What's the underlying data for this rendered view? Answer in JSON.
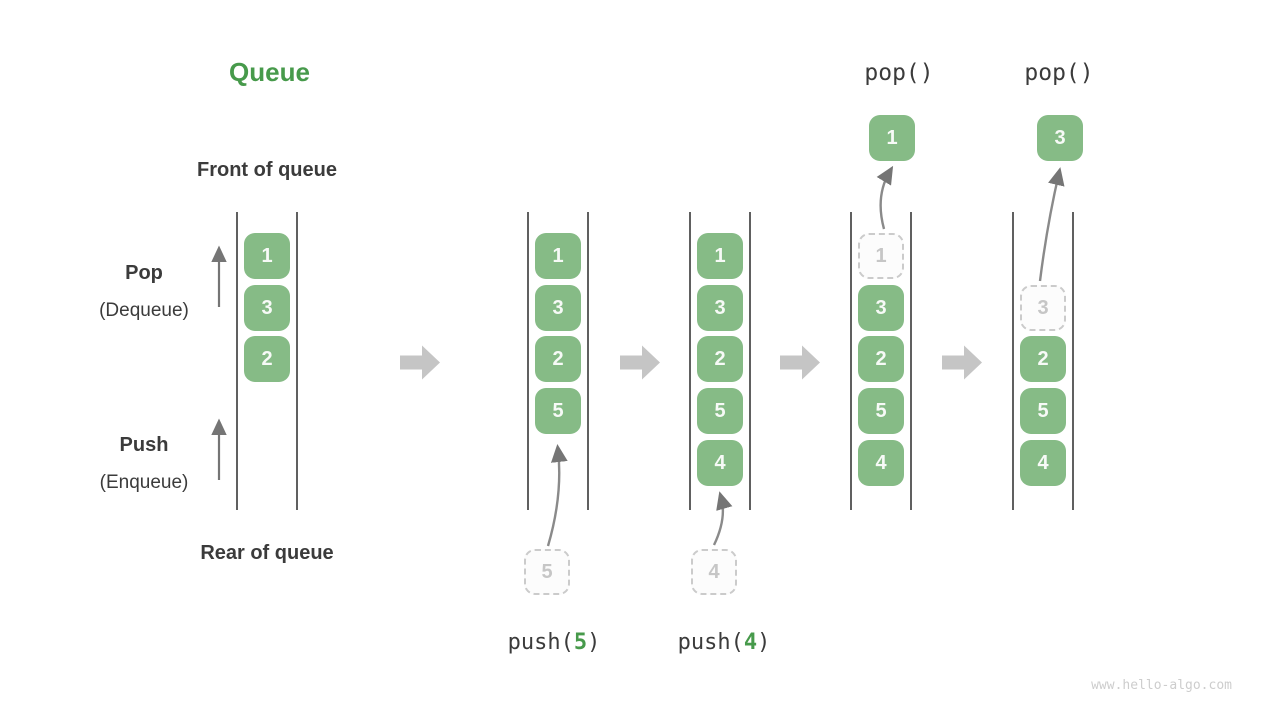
{
  "title": "Queue",
  "watermark": "www.hello-algo.com",
  "side_labels": {
    "front_of_queue": "Front of queue",
    "rear_of_queue": "Rear of queue",
    "pop": "Pop",
    "pop_alias": "(Dequeue)",
    "push": "Push",
    "push_alias": "(Enqueue)"
  },
  "colors": {
    "green_box": "#86bb86",
    "green_accent": "#479a4b",
    "dark_text": "#3b3b3b",
    "block_arrow": "#c5c5c5",
    "thin_arrow": "#757575",
    "column_line": "#606060",
    "dashed_border": "#cbcbcb",
    "dashed_text": "#c6c6c6",
    "watermark_text": "#cdcdcd"
  },
  "states": [
    {
      "name": "initial",
      "items": [
        "1",
        "3",
        "2"
      ]
    },
    {
      "name": "after-push-5",
      "items": [
        "1",
        "3",
        "2",
        "5"
      ],
      "op": {
        "call_prefix": "push(",
        "call_arg": "5",
        "call_suffix": ")",
        "staged": "5"
      }
    },
    {
      "name": "after-push-4",
      "items": [
        "1",
        "3",
        "2",
        "5",
        "4"
      ],
      "op": {
        "call_prefix": "push(",
        "call_arg": "4",
        "call_suffix": ")",
        "staged": "4"
      }
    },
    {
      "name": "after-pop-1",
      "pop_label": "pop()",
      "popped": "1",
      "removed": "1",
      "items": [
        "3",
        "2",
        "5",
        "4"
      ]
    },
    {
      "name": "after-pop-3",
      "pop_label": "pop()",
      "popped": "3",
      "removed": "3",
      "items": [
        "2",
        "5",
        "4"
      ]
    }
  ]
}
